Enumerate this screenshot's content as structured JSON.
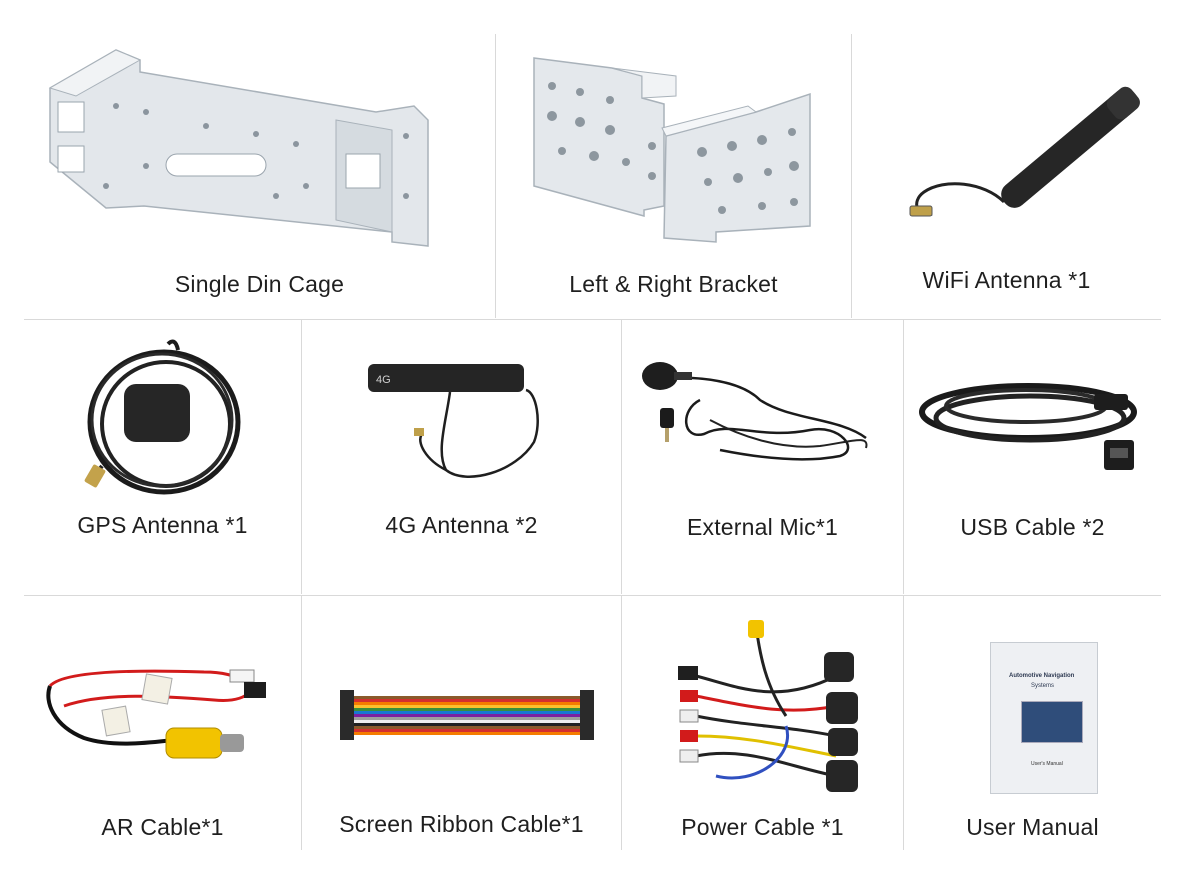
{
  "items": [
    {
      "label": "Single Din Cage",
      "icon": "metal-cage-icon"
    },
    {
      "label": "Left & Right Bracket",
      "icon": "bracket-pair-icon"
    },
    {
      "label": "WiFi Antenna *1",
      "icon": "wifi-antenna-icon"
    },
    {
      "label": "GPS Antenna *1",
      "icon": "gps-antenna-icon"
    },
    {
      "label": "4G Antenna *2",
      "icon": "4g-antenna-icon"
    },
    {
      "label": "External Mic*1",
      "icon": "microphone-icon"
    },
    {
      "label": "USB Cable *2",
      "icon": "usb-cable-icon"
    },
    {
      "label": "AR Cable*1",
      "icon": "ar-cable-icon"
    },
    {
      "label": "Screen Ribbon Cable*1",
      "icon": "ribbon-cable-icon"
    },
    {
      "label": "Power Cable *1",
      "icon": "power-harness-icon"
    },
    {
      "label": "User Manual",
      "icon": "manual-book-icon"
    }
  ],
  "art_text": {
    "antenna_4g_mark": "4G",
    "manual_title_line1": "Automotive Navigation",
    "manual_title_line2": "Systems",
    "manual_footer": "User's Manual"
  },
  "colors": {
    "grid_line": "#d9d9d9",
    "metal": "#e4e8ec",
    "cable_black": "#1c1c1c",
    "rca_yellow": "#f2c300",
    "wire_red": "#d21b1b"
  }
}
